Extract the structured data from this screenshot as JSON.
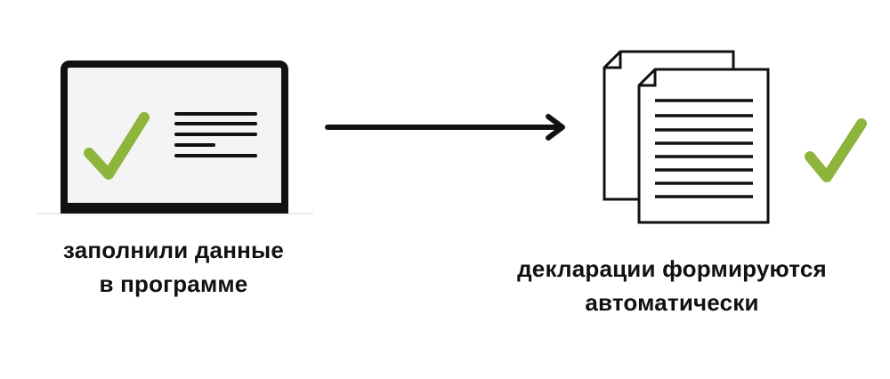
{
  "colors": {
    "outline": "#111111",
    "screen": "#f4f4f4",
    "paper": "#ffffff",
    "check": "#8db53c"
  },
  "icons": {
    "laptop": "laptop-icon",
    "check_left": "checkmark-icon",
    "arrow": "arrow-right-icon",
    "documents": "documents-icon",
    "check_right": "checkmark-icon"
  },
  "step1": {
    "line1": "заполнили данные",
    "line2": "в программе"
  },
  "step2": {
    "line1": "декларации формируются",
    "line2": "автоматически"
  }
}
